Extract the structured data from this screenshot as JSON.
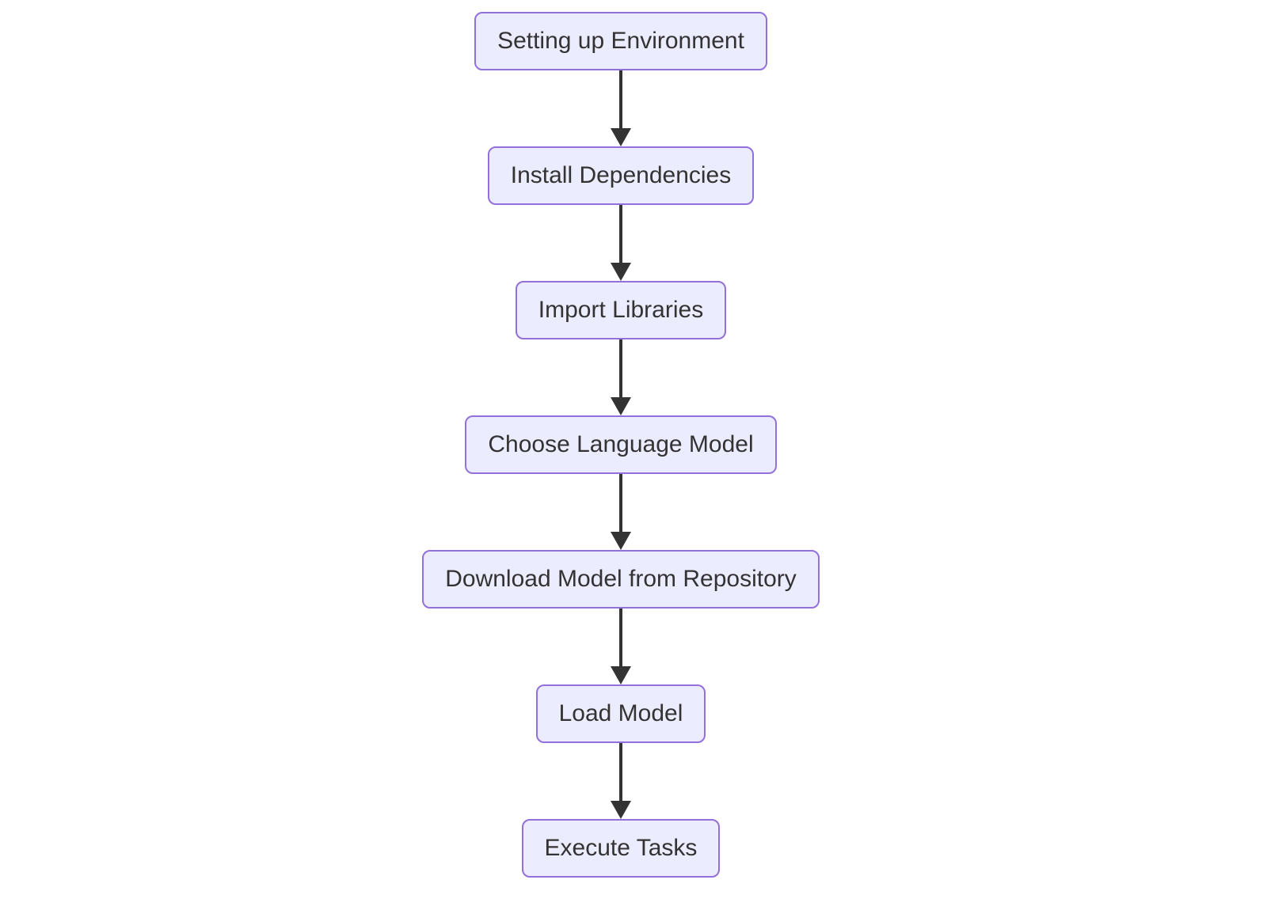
{
  "diagram": {
    "type": "flowchart",
    "direction": "top-down",
    "colors": {
      "background": "#FFFFFF",
      "node_fill": "#ECECFF",
      "node_border": "#9370DB",
      "node_text": "#333333",
      "arrow": "#333333"
    },
    "nodes": [
      {
        "id": "setup-environment",
        "label": "Setting up Environment"
      },
      {
        "id": "install-dependencies",
        "label": "Install Dependencies"
      },
      {
        "id": "import-libraries",
        "label": "Import Libraries"
      },
      {
        "id": "choose-language-model",
        "label": "Choose Language Model"
      },
      {
        "id": "download-model",
        "label": "Download Model from Repository"
      },
      {
        "id": "load-model",
        "label": "Load Model"
      },
      {
        "id": "execute-tasks",
        "label": "Execute Tasks"
      }
    ],
    "edges": [
      {
        "from": "setup-environment",
        "to": "install-dependencies"
      },
      {
        "from": "install-dependencies",
        "to": "import-libraries"
      },
      {
        "from": "import-libraries",
        "to": "choose-language-model"
      },
      {
        "from": "choose-language-model",
        "to": "download-model"
      },
      {
        "from": "download-model",
        "to": "load-model"
      },
      {
        "from": "load-model",
        "to": "execute-tasks"
      }
    ]
  }
}
